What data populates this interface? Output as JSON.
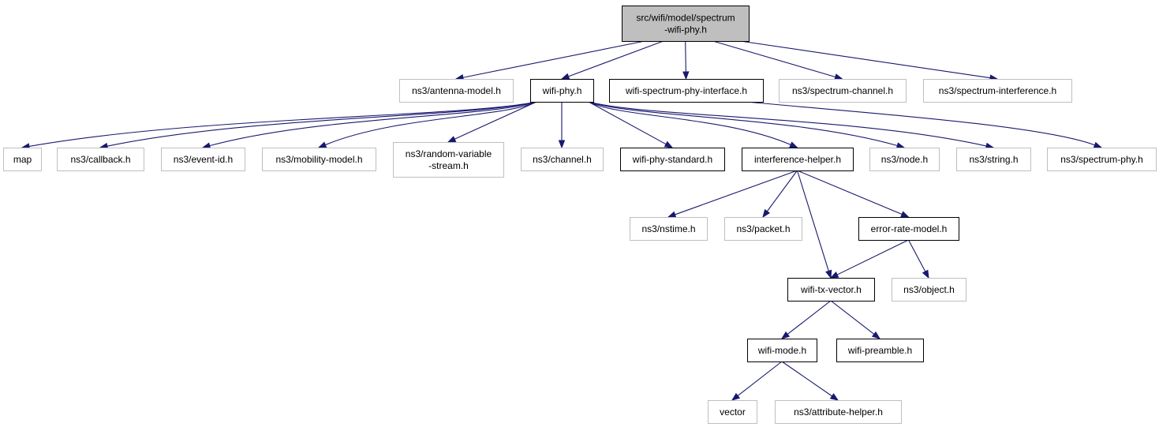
{
  "diagram": {
    "nodes": [
      {
        "id": "root",
        "lines": [
          "src/wifi/model/spectrum",
          "-wifi-phy.h"
        ],
        "kind": "root"
      },
      {
        "id": "antenna-model",
        "lines": [
          "ns3/antenna-model.h"
        ],
        "kind": "ext"
      },
      {
        "id": "wifi-phy",
        "lines": [
          "wifi-phy.h"
        ],
        "kind": "doc"
      },
      {
        "id": "wifi-spectrum-phy-interface",
        "lines": [
          "wifi-spectrum-phy-interface.h"
        ],
        "kind": "doc"
      },
      {
        "id": "spectrum-channel",
        "lines": [
          "ns3/spectrum-channel.h"
        ],
        "kind": "ext"
      },
      {
        "id": "spectrum-interference",
        "lines": [
          "ns3/spectrum-interference.h"
        ],
        "kind": "ext"
      },
      {
        "id": "map",
        "lines": [
          "map"
        ],
        "kind": "ext"
      },
      {
        "id": "callback",
        "lines": [
          "ns3/callback.h"
        ],
        "kind": "ext"
      },
      {
        "id": "event-id",
        "lines": [
          "ns3/event-id.h"
        ],
        "kind": "ext"
      },
      {
        "id": "mobility-model",
        "lines": [
          "ns3/mobility-model.h"
        ],
        "kind": "ext"
      },
      {
        "id": "random-variable-stream",
        "lines": [
          "ns3/random-variable",
          "-stream.h"
        ],
        "kind": "ext"
      },
      {
        "id": "channel",
        "lines": [
          "ns3/channel.h"
        ],
        "kind": "ext"
      },
      {
        "id": "wifi-phy-standard",
        "lines": [
          "wifi-phy-standard.h"
        ],
        "kind": "doc"
      },
      {
        "id": "interference-helper",
        "lines": [
          "interference-helper.h"
        ],
        "kind": "doc"
      },
      {
        "id": "node",
        "lines": [
          "ns3/node.h"
        ],
        "kind": "ext"
      },
      {
        "id": "string",
        "lines": [
          "ns3/string.h"
        ],
        "kind": "ext"
      },
      {
        "id": "spectrum-phy",
        "lines": [
          "ns3/spectrum-phy.h"
        ],
        "kind": "ext"
      },
      {
        "id": "nstime",
        "lines": [
          "ns3/nstime.h"
        ],
        "kind": "ext"
      },
      {
        "id": "packet",
        "lines": [
          "ns3/packet.h"
        ],
        "kind": "ext"
      },
      {
        "id": "error-rate-model",
        "lines": [
          "error-rate-model.h"
        ],
        "kind": "doc"
      },
      {
        "id": "wifi-tx-vector",
        "lines": [
          "wifi-tx-vector.h"
        ],
        "kind": "doc"
      },
      {
        "id": "object",
        "lines": [
          "ns3/object.h"
        ],
        "kind": "ext"
      },
      {
        "id": "wifi-mode",
        "lines": [
          "wifi-mode.h"
        ],
        "kind": "doc"
      },
      {
        "id": "wifi-preamble",
        "lines": [
          "wifi-preamble.h"
        ],
        "kind": "doc"
      },
      {
        "id": "vector",
        "lines": [
          "vector"
        ],
        "kind": "ext"
      },
      {
        "id": "attribute-helper",
        "lines": [
          "ns3/attribute-helper.h"
        ],
        "kind": "ext"
      }
    ],
    "edges": [
      {
        "from": "root",
        "to": "antenna-model"
      },
      {
        "from": "root",
        "to": "wifi-phy"
      },
      {
        "from": "root",
        "to": "wifi-spectrum-phy-interface"
      },
      {
        "from": "root",
        "to": "spectrum-channel"
      },
      {
        "from": "root",
        "to": "spectrum-interference"
      },
      {
        "from": "wifi-phy",
        "to": "map"
      },
      {
        "from": "wifi-phy",
        "to": "callback"
      },
      {
        "from": "wifi-phy",
        "to": "event-id"
      },
      {
        "from": "wifi-phy",
        "to": "mobility-model"
      },
      {
        "from": "wifi-phy",
        "to": "random-variable-stream"
      },
      {
        "from": "wifi-phy",
        "to": "channel"
      },
      {
        "from": "wifi-phy",
        "to": "wifi-phy-standard"
      },
      {
        "from": "wifi-phy",
        "to": "interference-helper"
      },
      {
        "from": "wifi-phy",
        "to": "node"
      },
      {
        "from": "wifi-phy",
        "to": "string"
      },
      {
        "from": "wifi-spectrum-phy-interface",
        "to": "spectrum-phy"
      },
      {
        "from": "interference-helper",
        "to": "nstime"
      },
      {
        "from": "interference-helper",
        "to": "packet"
      },
      {
        "from": "interference-helper",
        "to": "error-rate-model"
      },
      {
        "from": "interference-helper",
        "to": "wifi-tx-vector"
      },
      {
        "from": "error-rate-model",
        "to": "wifi-tx-vector"
      },
      {
        "from": "error-rate-model",
        "to": "object"
      },
      {
        "from": "wifi-tx-vector",
        "to": "wifi-mode"
      },
      {
        "from": "wifi-tx-vector",
        "to": "wifi-preamble"
      },
      {
        "from": "wifi-mode",
        "to": "vector"
      },
      {
        "from": "wifi-mode",
        "to": "attribute-helper"
      }
    ]
  }
}
